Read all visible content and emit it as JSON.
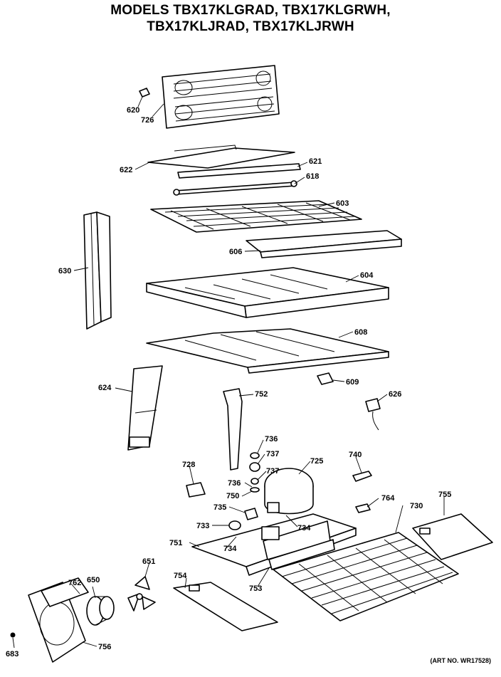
{
  "title": {
    "line1": "MODELS TBX17KLGRAD, TBX17KLGRWH,",
    "line2": "TBX17KLJRAD, TBX17KLJRWH"
  },
  "art_no": "(ART NO. WR17528)",
  "callouts": {
    "c620": "620",
    "c726": "726",
    "c622": "622",
    "c621": "621",
    "c618": "618",
    "c603": "603",
    "c606": "606",
    "c630": "630",
    "c604": "604",
    "c608": "608",
    "c609": "609",
    "c624": "624",
    "c752": "752",
    "c626": "626",
    "c736a": "736",
    "c737a": "737",
    "c725": "725",
    "c740": "740",
    "c728": "728",
    "c736b": "736",
    "c737b": "737",
    "c750": "750",
    "c735": "735",
    "c764": "764",
    "c730": "730",
    "c755": "755",
    "c733": "733",
    "c734a": "734",
    "c751": "751",
    "c734b": "734",
    "c651": "651",
    "c762": "762",
    "c650": "650",
    "c753": "753",
    "c754": "754",
    "c683": "683",
    "c756": "756"
  }
}
